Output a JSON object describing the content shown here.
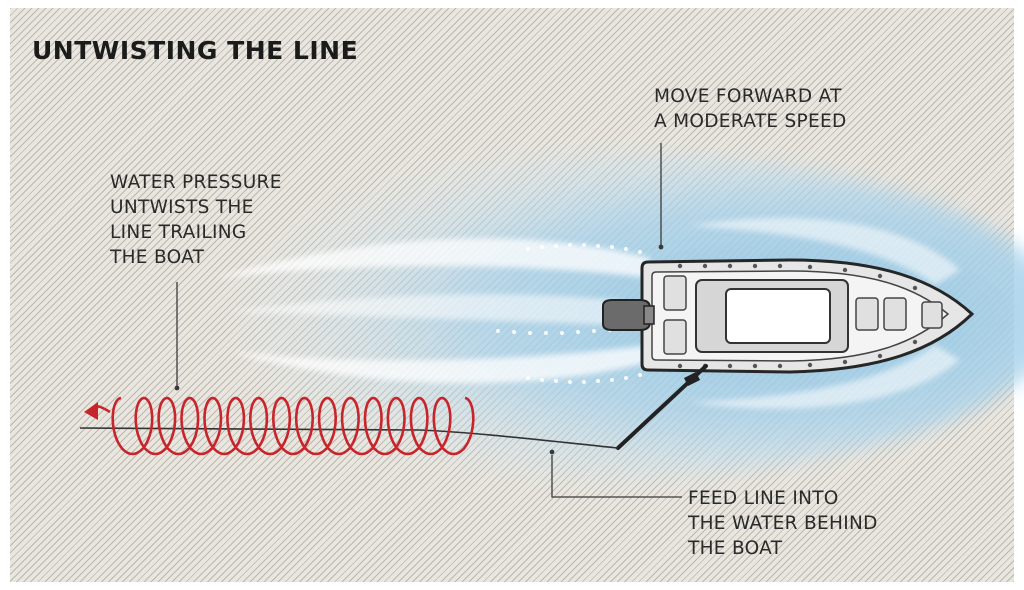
{
  "title": "UNTWISTING THE LINE",
  "callouts": {
    "move_forward": [
      "MOVE FORWARD AT",
      "A MODERATE SPEED"
    ],
    "water_pressure": [
      "WATER PRESSURE",
      "UNTWISTS THE",
      "LINE TRAILING",
      "THE BOAT"
    ],
    "feed_line": [
      "FEED LINE INTO",
      "THE WATER BEHIND",
      "THE BOAT"
    ]
  },
  "colors": {
    "background": "#e9e6df",
    "wake": "#9ccbe6",
    "line_coils": "#c8242b",
    "boat_hull": "#e4e4e4",
    "text": "#2a2a2a"
  }
}
